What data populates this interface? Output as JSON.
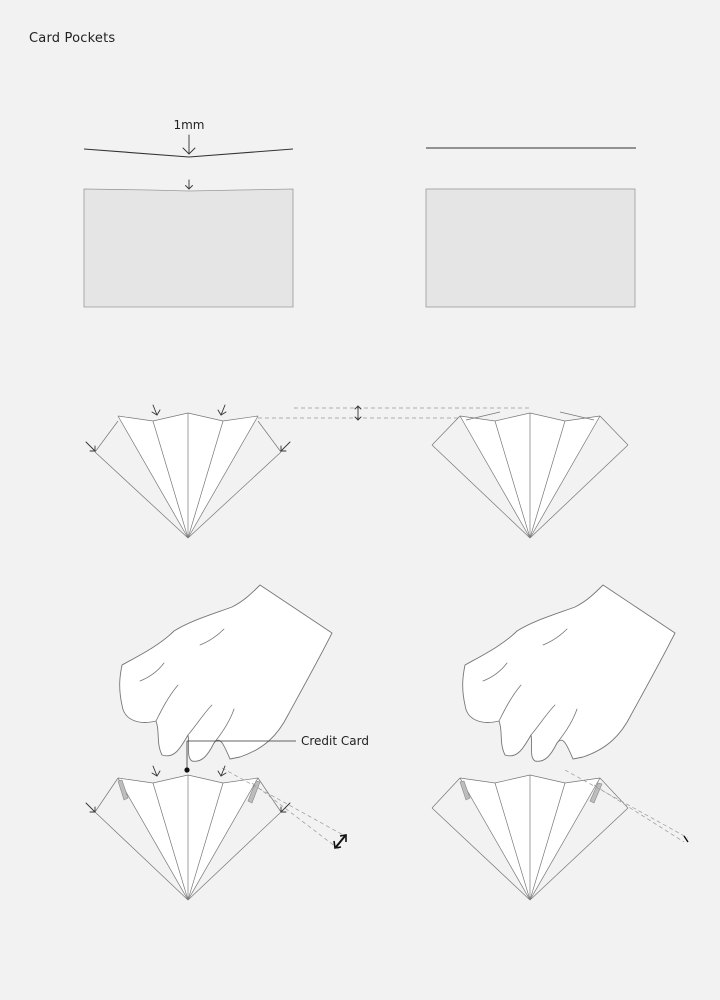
{
  "page": {
    "title": "Card Pockets"
  },
  "diagram": {
    "measurement_label": "1mm",
    "callout_label": "Credit Card"
  }
}
